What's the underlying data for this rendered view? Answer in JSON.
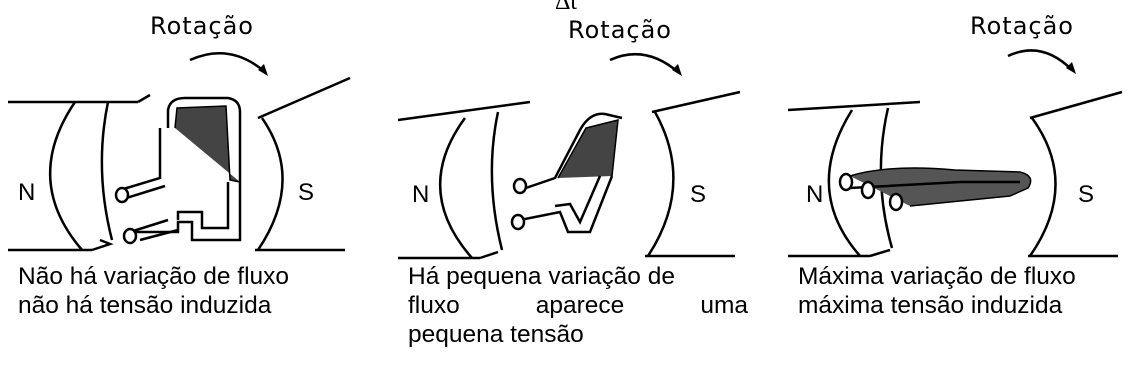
{
  "top_fragment": "Δt",
  "panels": [
    {
      "rotation_label": "Rotação",
      "north_label": "N",
      "south_label": "S",
      "caption_lines": [
        "Não há variação de fluxo",
        "não há tensão induzida"
      ]
    },
    {
      "rotation_label": "Rotação",
      "north_label": "N",
      "south_label": "S",
      "caption_lines": [
        "Há pequena variação de",
        "fluxo",
        "aparece",
        "uma",
        "pequena tensão"
      ]
    },
    {
      "rotation_label": "Rotação",
      "north_label": "N",
      "south_label": "S",
      "caption_lines": [
        "Máxima variação de fluxo",
        "máxima tensão induzida"
      ]
    }
  ]
}
